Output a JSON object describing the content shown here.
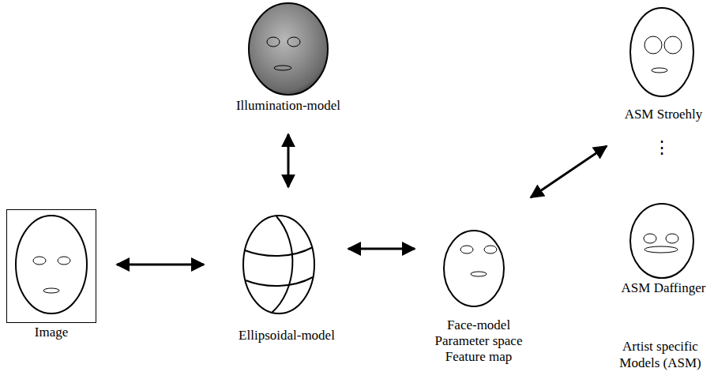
{
  "diagram": {
    "nodes": [
      {
        "text": [
          "Image"
        ]
      },
      {
        "text": [
          "Illumination-model"
        ]
      },
      {
        "text": [
          "Ellipsoidal-model"
        ]
      },
      {
        "text": [
          "Face-model Parameter space Feature map"
        ]
      },
      {
        "text": [
          "ASM Stroehly"
        ]
      },
      {
        "text": [
          "ASM Daffinger"
        ]
      }
    ],
    "edges": [
      {
        "from": 0,
        "to": 2,
        "arrow": "both"
      },
      {
        "from": 1,
        "to": 2,
        "arrow": "both"
      },
      {
        "from": 2,
        "to": 3,
        "arrow": "both"
      },
      {
        "from": 3,
        "to": 4,
        "arrow": "both"
      }
    ],
    "labels": [
      "⋮",
      "Artist specific Models (ASM)"
    ]
  }
}
